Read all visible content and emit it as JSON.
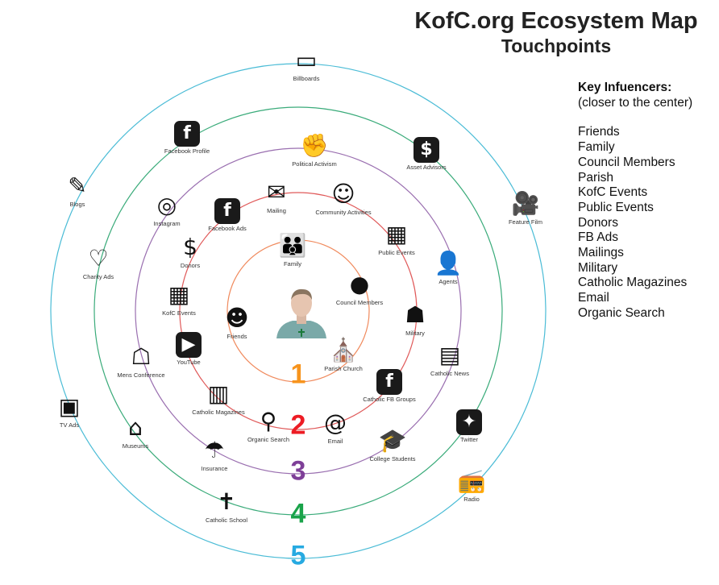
{
  "title": "KofC.org Ecosystem Map",
  "subtitle": "Touchpoints",
  "key": {
    "heading": "Key Infuencers:",
    "subheading": "(closer to the center)",
    "items": [
      "Friends",
      "Family",
      "Council Members",
      "Parish",
      "KofC Events",
      "Public Events",
      "Donors",
      "FB Ads",
      "Mailings",
      "Military",
      "Catholic Magazines",
      "Email",
      "Organic Search"
    ]
  },
  "rings": [
    {
      "number": "1",
      "color": "#f7941d"
    },
    {
      "number": "2",
      "color": "#ed1c24"
    },
    {
      "number": "3",
      "color": "#7e3f98"
    },
    {
      "number": "4",
      "color": "#1aa34a"
    },
    {
      "number": "5",
      "color": "#27aae1"
    }
  ],
  "ring_line_colors": [
    "#f08a5d",
    "#e05a5a",
    "#9a6fb0",
    "#3aab7a",
    "#4bbcd6"
  ],
  "touchpoints": [
    {
      "label": "Billboards",
      "icon": "billboard-icon"
    },
    {
      "label": "Facebook Profile",
      "icon": "facebook-megaphone-icon"
    },
    {
      "label": "Political Activism",
      "icon": "protest-icon"
    },
    {
      "label": "Asset Advisors",
      "icon": "advisor-desk-icon"
    },
    {
      "label": "Blogs",
      "icon": "blog-icon"
    },
    {
      "label": "Feature Film",
      "icon": "film-camera-icon"
    },
    {
      "label": "Instagram",
      "icon": "instagram-icon"
    },
    {
      "label": "Facebook Ads",
      "icon": "facebook-megaphone-icon"
    },
    {
      "label": "Mailing",
      "icon": "mailbox-icon"
    },
    {
      "label": "Community Activities",
      "icon": "community-icon"
    },
    {
      "label": "Public Events",
      "icon": "calendar-icon"
    },
    {
      "label": "Donors",
      "icon": "donation-hand-icon"
    },
    {
      "label": "Family",
      "icon": "family-icon"
    },
    {
      "label": "Agents",
      "icon": "agent-icon"
    },
    {
      "label": "Charity Ads",
      "icon": "heart-hand-icon"
    },
    {
      "label": "Council Members",
      "icon": "group-icon"
    },
    {
      "label": "KofC Events",
      "icon": "calendar-icon"
    },
    {
      "label": "Friends",
      "icon": "friends-icon"
    },
    {
      "label": "Military",
      "icon": "soldier-icon"
    },
    {
      "label": "YouTube",
      "icon": "youtube-icon"
    },
    {
      "label": "Mens Conference",
      "icon": "conference-icon"
    },
    {
      "label": "Parish Church",
      "icon": "church-icon"
    },
    {
      "label": "Catholic News",
      "icon": "newspaper-icon"
    },
    {
      "label": "Catholic FB Groups",
      "icon": "facebook-megaphone-icon"
    },
    {
      "label": "Catholic Magazines",
      "icon": "magazine-icon"
    },
    {
      "label": "TV Ads",
      "icon": "tv-icon"
    },
    {
      "label": "Organic Search",
      "icon": "search-icon"
    },
    {
      "label": "Email",
      "icon": "email-icon"
    },
    {
      "label": "Museums",
      "icon": "museum-icon"
    },
    {
      "label": "Twitter",
      "icon": "twitter-icon"
    },
    {
      "label": "Insurance",
      "icon": "umbrella-family-icon"
    },
    {
      "label": "College Students",
      "icon": "graduates-icon"
    },
    {
      "label": "Radio",
      "icon": "radio-icon"
    },
    {
      "label": "Catholic School",
      "icon": "school-chapel-icon"
    }
  ]
}
